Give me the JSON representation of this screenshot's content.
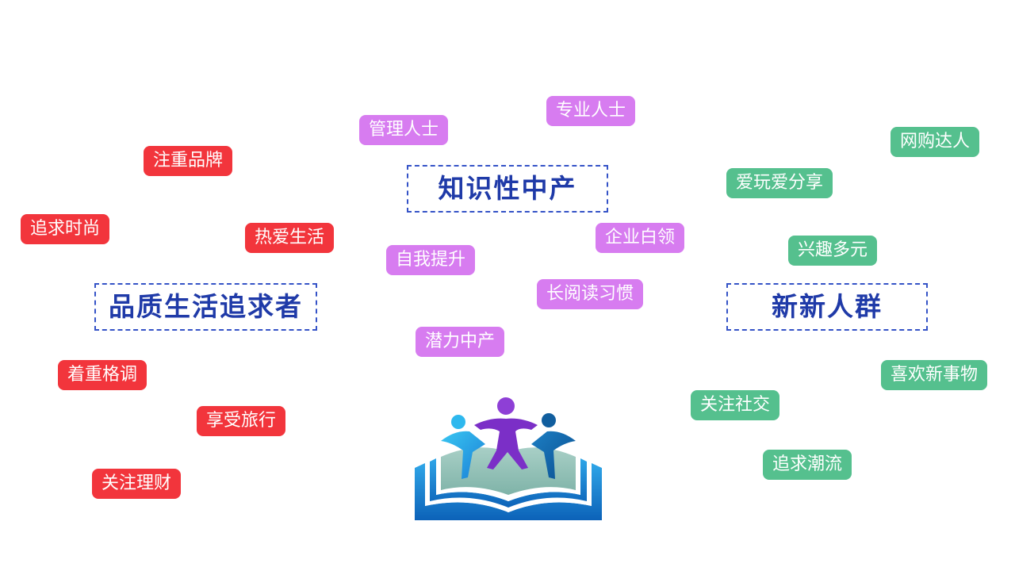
{
  "groups": {
    "quality": {
      "title": "品质生活追求者",
      "tags": [
        "注重品牌",
        "追求时尚",
        "热爱生活",
        "着重格调",
        "享受旅行",
        "关注理财"
      ]
    },
    "knowledge": {
      "title": "知识性中产",
      "tags": [
        "管理人士",
        "专业人士",
        "自我提升",
        "企业白领",
        "长阅读习惯",
        "潜力中产"
      ]
    },
    "new": {
      "title": "新新人群",
      "tags": [
        "网购达人",
        "爱玩爱分享",
        "兴趣多元",
        "喜欢新事物",
        "关注社交",
        "追求潮流"
      ]
    }
  },
  "colors": {
    "quality": "#f2353c",
    "knowledge": "#d77cf0",
    "new": "#55c08e",
    "title_border": "#3553c7",
    "title_text": "#1f3aa8"
  },
  "logo": {
    "icon": "people-on-book-icon"
  }
}
